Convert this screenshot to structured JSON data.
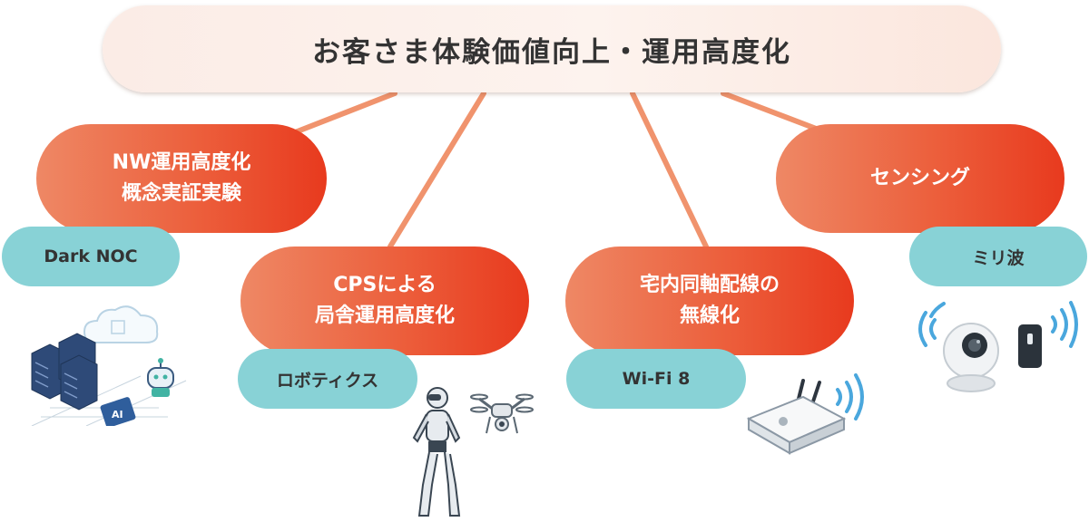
{
  "top": {
    "title": "お客さま体験価値向上・運用高度化"
  },
  "branches": [
    {
      "lines": [
        "NW運用高度化",
        "概念実証実験"
      ],
      "tag": "Dark NOC"
    },
    {
      "lines": [
        "CPSによる",
        "局舎運用高度化"
      ],
      "tag": "ロボティクス"
    },
    {
      "lines": [
        "宅内同軸配線の",
        "無線化"
      ],
      "tag": "Wi-Fi 8"
    },
    {
      "lines": [
        "センシング"
      ],
      "tag": "ミリ波"
    }
  ],
  "icons": {
    "chip_text": "AI",
    "names": [
      "cloud-server-ai-icon",
      "humanoid-robot-icon",
      "drone-icon",
      "wifi-router-icon",
      "security-camera-icon",
      "motion-sensor-icon"
    ]
  },
  "colors": {
    "branch_start": "#ee8865",
    "branch_end": "#e83a1e",
    "tag": "#88d2d6",
    "connector": "#f0936d",
    "wifi_wave": "#4aa7dd"
  }
}
